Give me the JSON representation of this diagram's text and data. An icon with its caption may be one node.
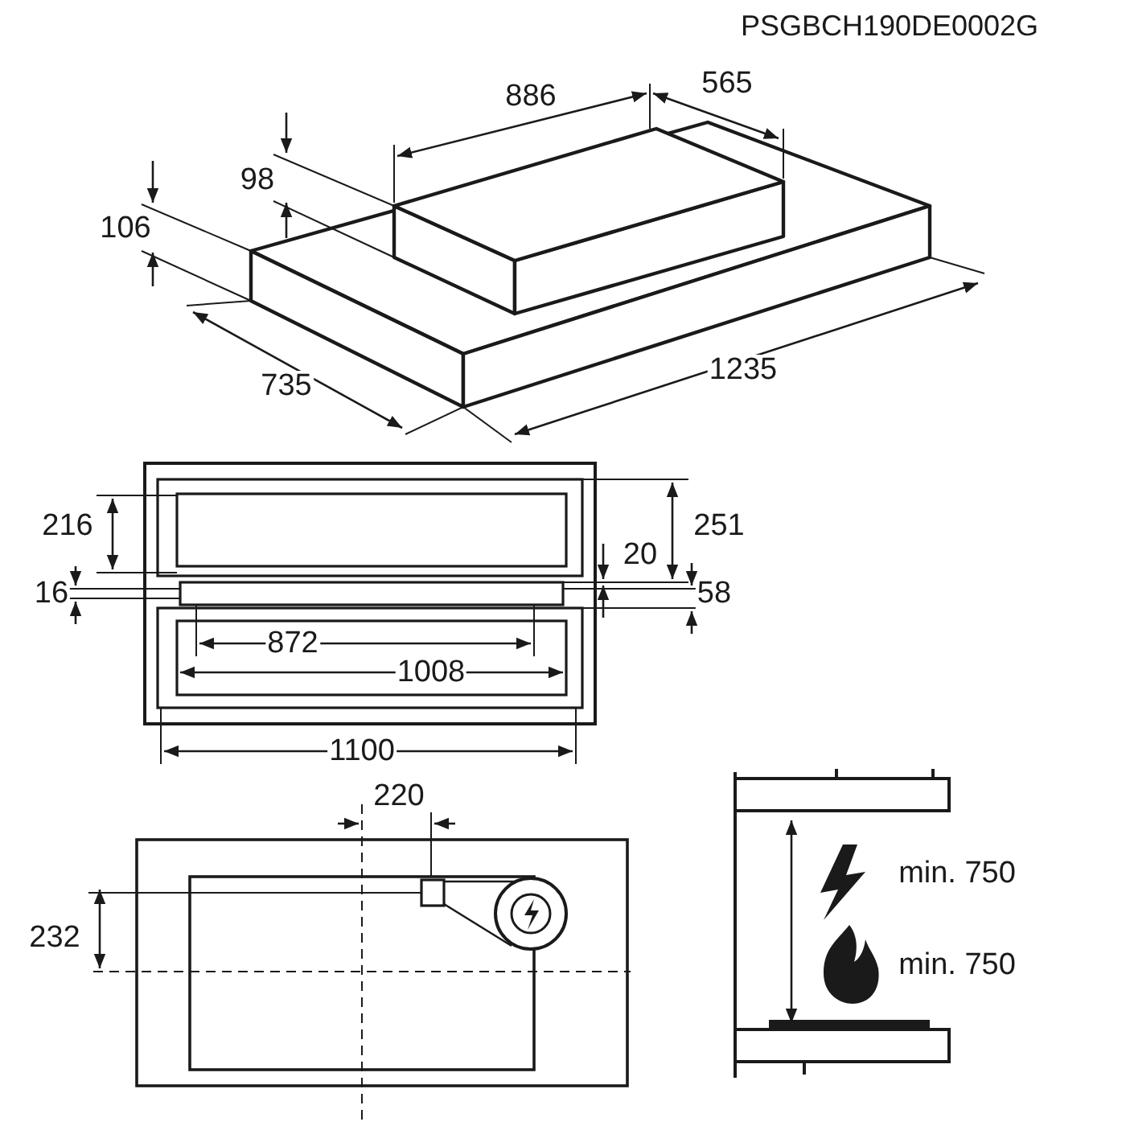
{
  "diagram": {
    "labels": [
      "PSGBCH190DE0002G",
      "886",
      "565",
      "98",
      "106",
      "735",
      "1235",
      "216",
      "251",
      "20",
      "16",
      "58",
      "872",
      "1008",
      "1100",
      "220",
      "232",
      "min. 750",
      "min. 750"
    ]
  }
}
